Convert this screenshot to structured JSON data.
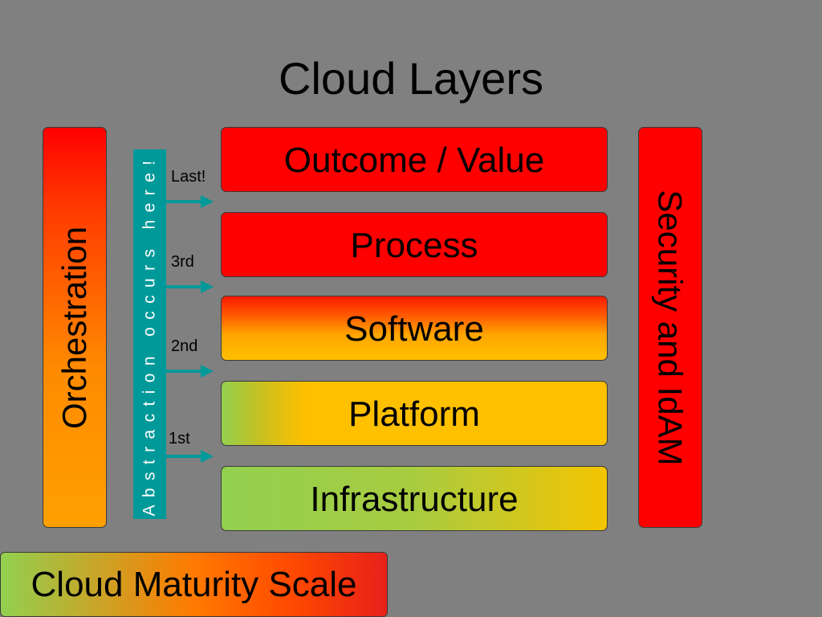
{
  "title": "Cloud Layers",
  "layers": [
    {
      "label": "Outcome / Value"
    },
    {
      "label": "Process"
    },
    {
      "label": "Software"
    },
    {
      "label": "Platform"
    },
    {
      "label": "Infrastructure"
    }
  ],
  "left_bar": {
    "label": "Orchestration"
  },
  "right_bar": {
    "label": "Security and IdAM"
  },
  "abstraction": {
    "label": "Abstraction occurs here!"
  },
  "steps": [
    {
      "label": "Last!"
    },
    {
      "label": "3rd"
    },
    {
      "label": "2nd"
    },
    {
      "label": "1st"
    }
  ],
  "maturity": {
    "label": "Cloud Maturity Scale"
  },
  "colors": {
    "background": "#808080",
    "red": "#ff0000",
    "orange": "#ffc000",
    "green": "#92d050",
    "teal": "#009999"
  }
}
